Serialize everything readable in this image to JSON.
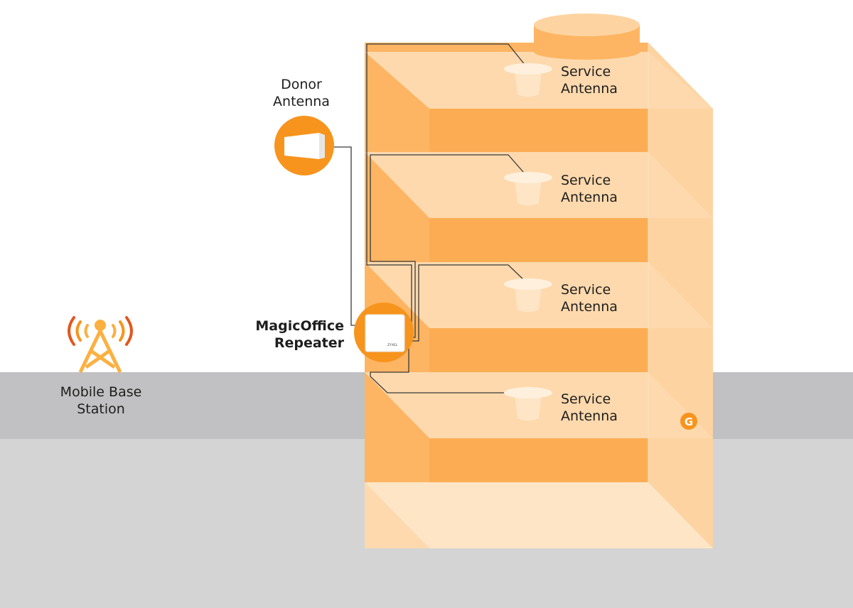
{
  "labels": {
    "donor_antenna": [
      "Donor",
      "Antenna"
    ],
    "mobile_base_station": [
      "Mobile Base",
      "Station"
    ],
    "repeater": [
      "MagicOffice",
      "Repeater"
    ],
    "service_antennas": [
      [
        "Service",
        "Antenna"
      ],
      [
        "Service",
        "Antenna"
      ],
      [
        "Service",
        "Antenna"
      ],
      [
        "Service",
        "Antenna"
      ]
    ],
    "repeater_brand": "ZYXEL",
    "logo_letter": "G"
  },
  "colors": {
    "accent": "#f7941d",
    "building_front": "#fdb563",
    "building_side": "#fdd4a1",
    "floor_slab": "#fde5c6",
    "ground_dark": "#c1c1c3",
    "ground_light": "#d4d4d4",
    "tower_waves": "#e2561e"
  },
  "icons": {
    "tower": "cell-tower-icon",
    "donor": "panel-antenna-icon",
    "repeater": "repeater-device-icon",
    "service": "ceiling-antenna-icon",
    "logo": "brand-logo-icon"
  }
}
